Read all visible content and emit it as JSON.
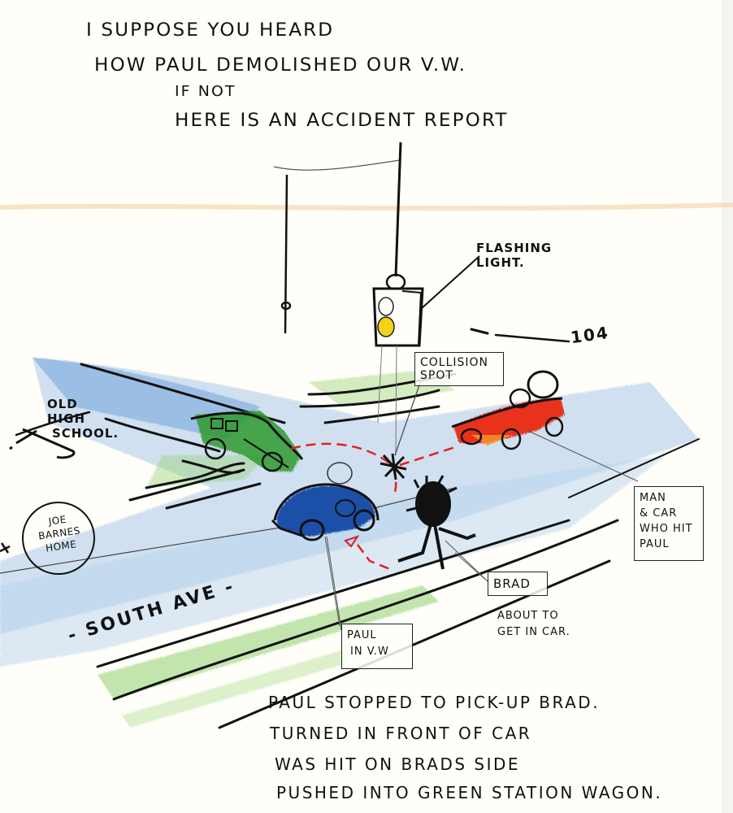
{
  "header": {
    "lines": [
      "I SUPPOSE YOU HEARD",
      "HOW PAUL DEMOLISHED OUR V.W.",
      "IF NOT",
      "HERE IS AN ACCIDENT REPORT"
    ]
  },
  "labels": {
    "flashing_light": [
      "FLASHING",
      "LIGHT."
    ],
    "route_number": "104",
    "collision_spot": [
      "COLLISION",
      "SPOT"
    ],
    "old_high_school": [
      "OLD",
      "HIGH",
      "SCHOOL."
    ],
    "joe_barnes_home": [
      "JOE",
      "BARNES",
      "HOME"
    ],
    "man_and_car": [
      "MAN",
      "& CAR",
      "WHO HIT",
      "PAUL"
    ],
    "brad": "BRAD",
    "brad_note": [
      "ABOUT TO",
      "GET IN CAR."
    ],
    "paul_in_vw": [
      "PAUL",
      "IN V.W"
    ],
    "street_name": "- SOUTH AVE -"
  },
  "footer_note": {
    "lines": [
      "PAUL STOPPED TO PICK-UP BRAD.",
      "TURNED IN FRONT OF CAR",
      "WAS HIT ON BRADS SIDE",
      "PUSHED INTO GREEN STATION WAGON."
    ]
  },
  "colors": {
    "paper": "#fffef9",
    "road_blue": "#8fb8e0",
    "grass_green": "#9ad27a",
    "vw_blue": "#1f4fa8",
    "wagon_green": "#2e9a2e",
    "red_car": "#e8331a",
    "light_yellow": "#f2d21a",
    "path_red": "#e02020",
    "ink": "#111111"
  }
}
